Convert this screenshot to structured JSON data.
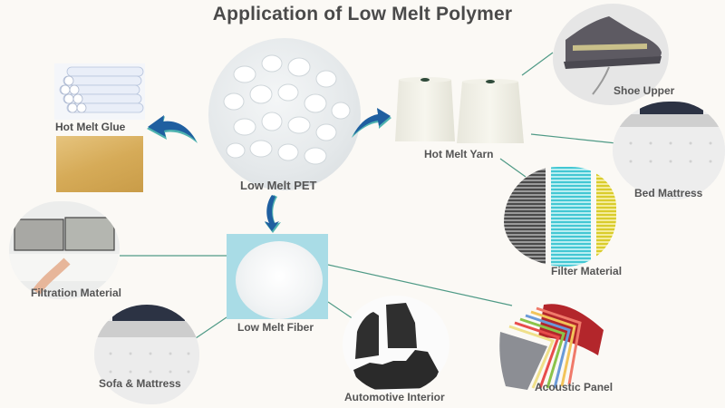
{
  "title": "Application of Low Melt Polymer",
  "center": {
    "label": "Low Melt PET",
    "icon": "pet-pellets-image"
  },
  "products": [
    {
      "id": "hot-melt-glue",
      "label": "Hot Melt Glue"
    },
    {
      "id": "hot-melt-yarn",
      "label": "Hot Melt Yarn"
    },
    {
      "id": "low-melt-fiber",
      "label": "Low Melt Fiber"
    }
  ],
  "applications": {
    "yarn": [
      {
        "label": "Shoe Upper"
      },
      {
        "label": "Bed Mattress"
      },
      {
        "label": "Filter Material"
      }
    ],
    "fiber": [
      {
        "label": "Filtration Material"
      },
      {
        "label": "Sofa & Mattress"
      },
      {
        "label": "Automotive Interior"
      },
      {
        "label": "Acoustic Panel"
      }
    ]
  },
  "colors": {
    "background": "#fbf9f5",
    "title_text": "#4a4a4a",
    "label_text": "#555555",
    "arrow_dark": "#1f5fa0",
    "arrow_light": "#4fb3b0",
    "connector_line": "#4f9a86",
    "fiber_bg": "#a9dce6",
    "glue_sheet": "#d8b062"
  }
}
